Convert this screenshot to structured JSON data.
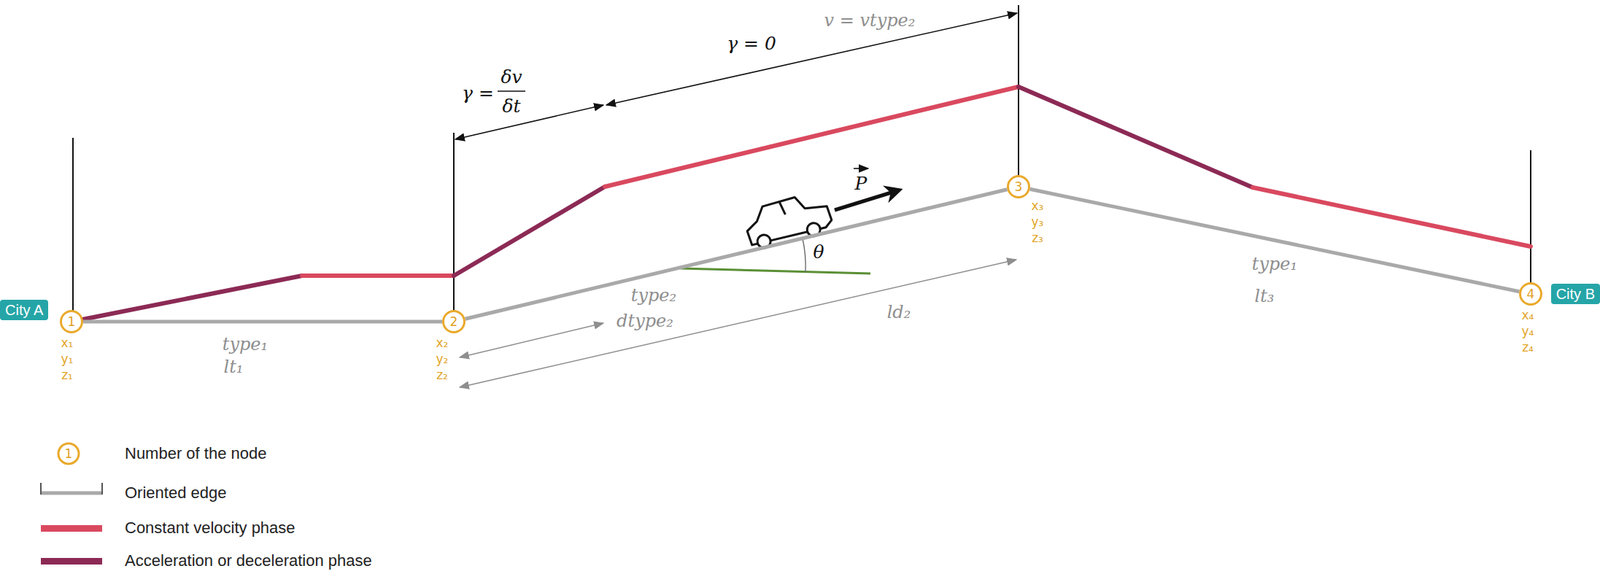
{
  "diagram": {
    "nodes": [
      {
        "text": [
          "City A"
        ]
      },
      {
        "text": [
          "1"
        ]
      },
      {
        "text": [
          "2"
        ]
      },
      {
        "text": [
          "3"
        ]
      },
      {
        "text": [
          "4"
        ]
      },
      {
        "text": [
          "City B"
        ]
      }
    ],
    "edges": [
      {
        "from": 1,
        "to": 2,
        "arrow": "none"
      },
      {
        "from": 2,
        "to": 3,
        "arrow": "none"
      },
      {
        "from": 3,
        "to": 4,
        "arrow": "none"
      }
    ],
    "labels": [
      "x₁",
      "y₁",
      "z₁",
      "x₂",
      "y₂",
      "z₂",
      "x₃",
      "y₃",
      "z₃",
      "x₄",
      "y₄",
      "z₄",
      "type₁",
      "lt₁",
      "type₂",
      "dtype₂",
      "ld₂",
      "type₁",
      "lt₃",
      "γ =",
      "δv",
      "δt",
      "γ = 0",
      "v = vtype₂",
      "P",
      "θ",
      "1"
    ],
    "legend": [
      {
        "text": "Number of the node"
      },
      {
        "text": "Oriented edge"
      },
      {
        "text": "Constant velocity phase",
        "color": "#d9495f"
      },
      {
        "text": "Acceleration or deceleration phase",
        "color": "#8c2a55"
      }
    ]
  }
}
